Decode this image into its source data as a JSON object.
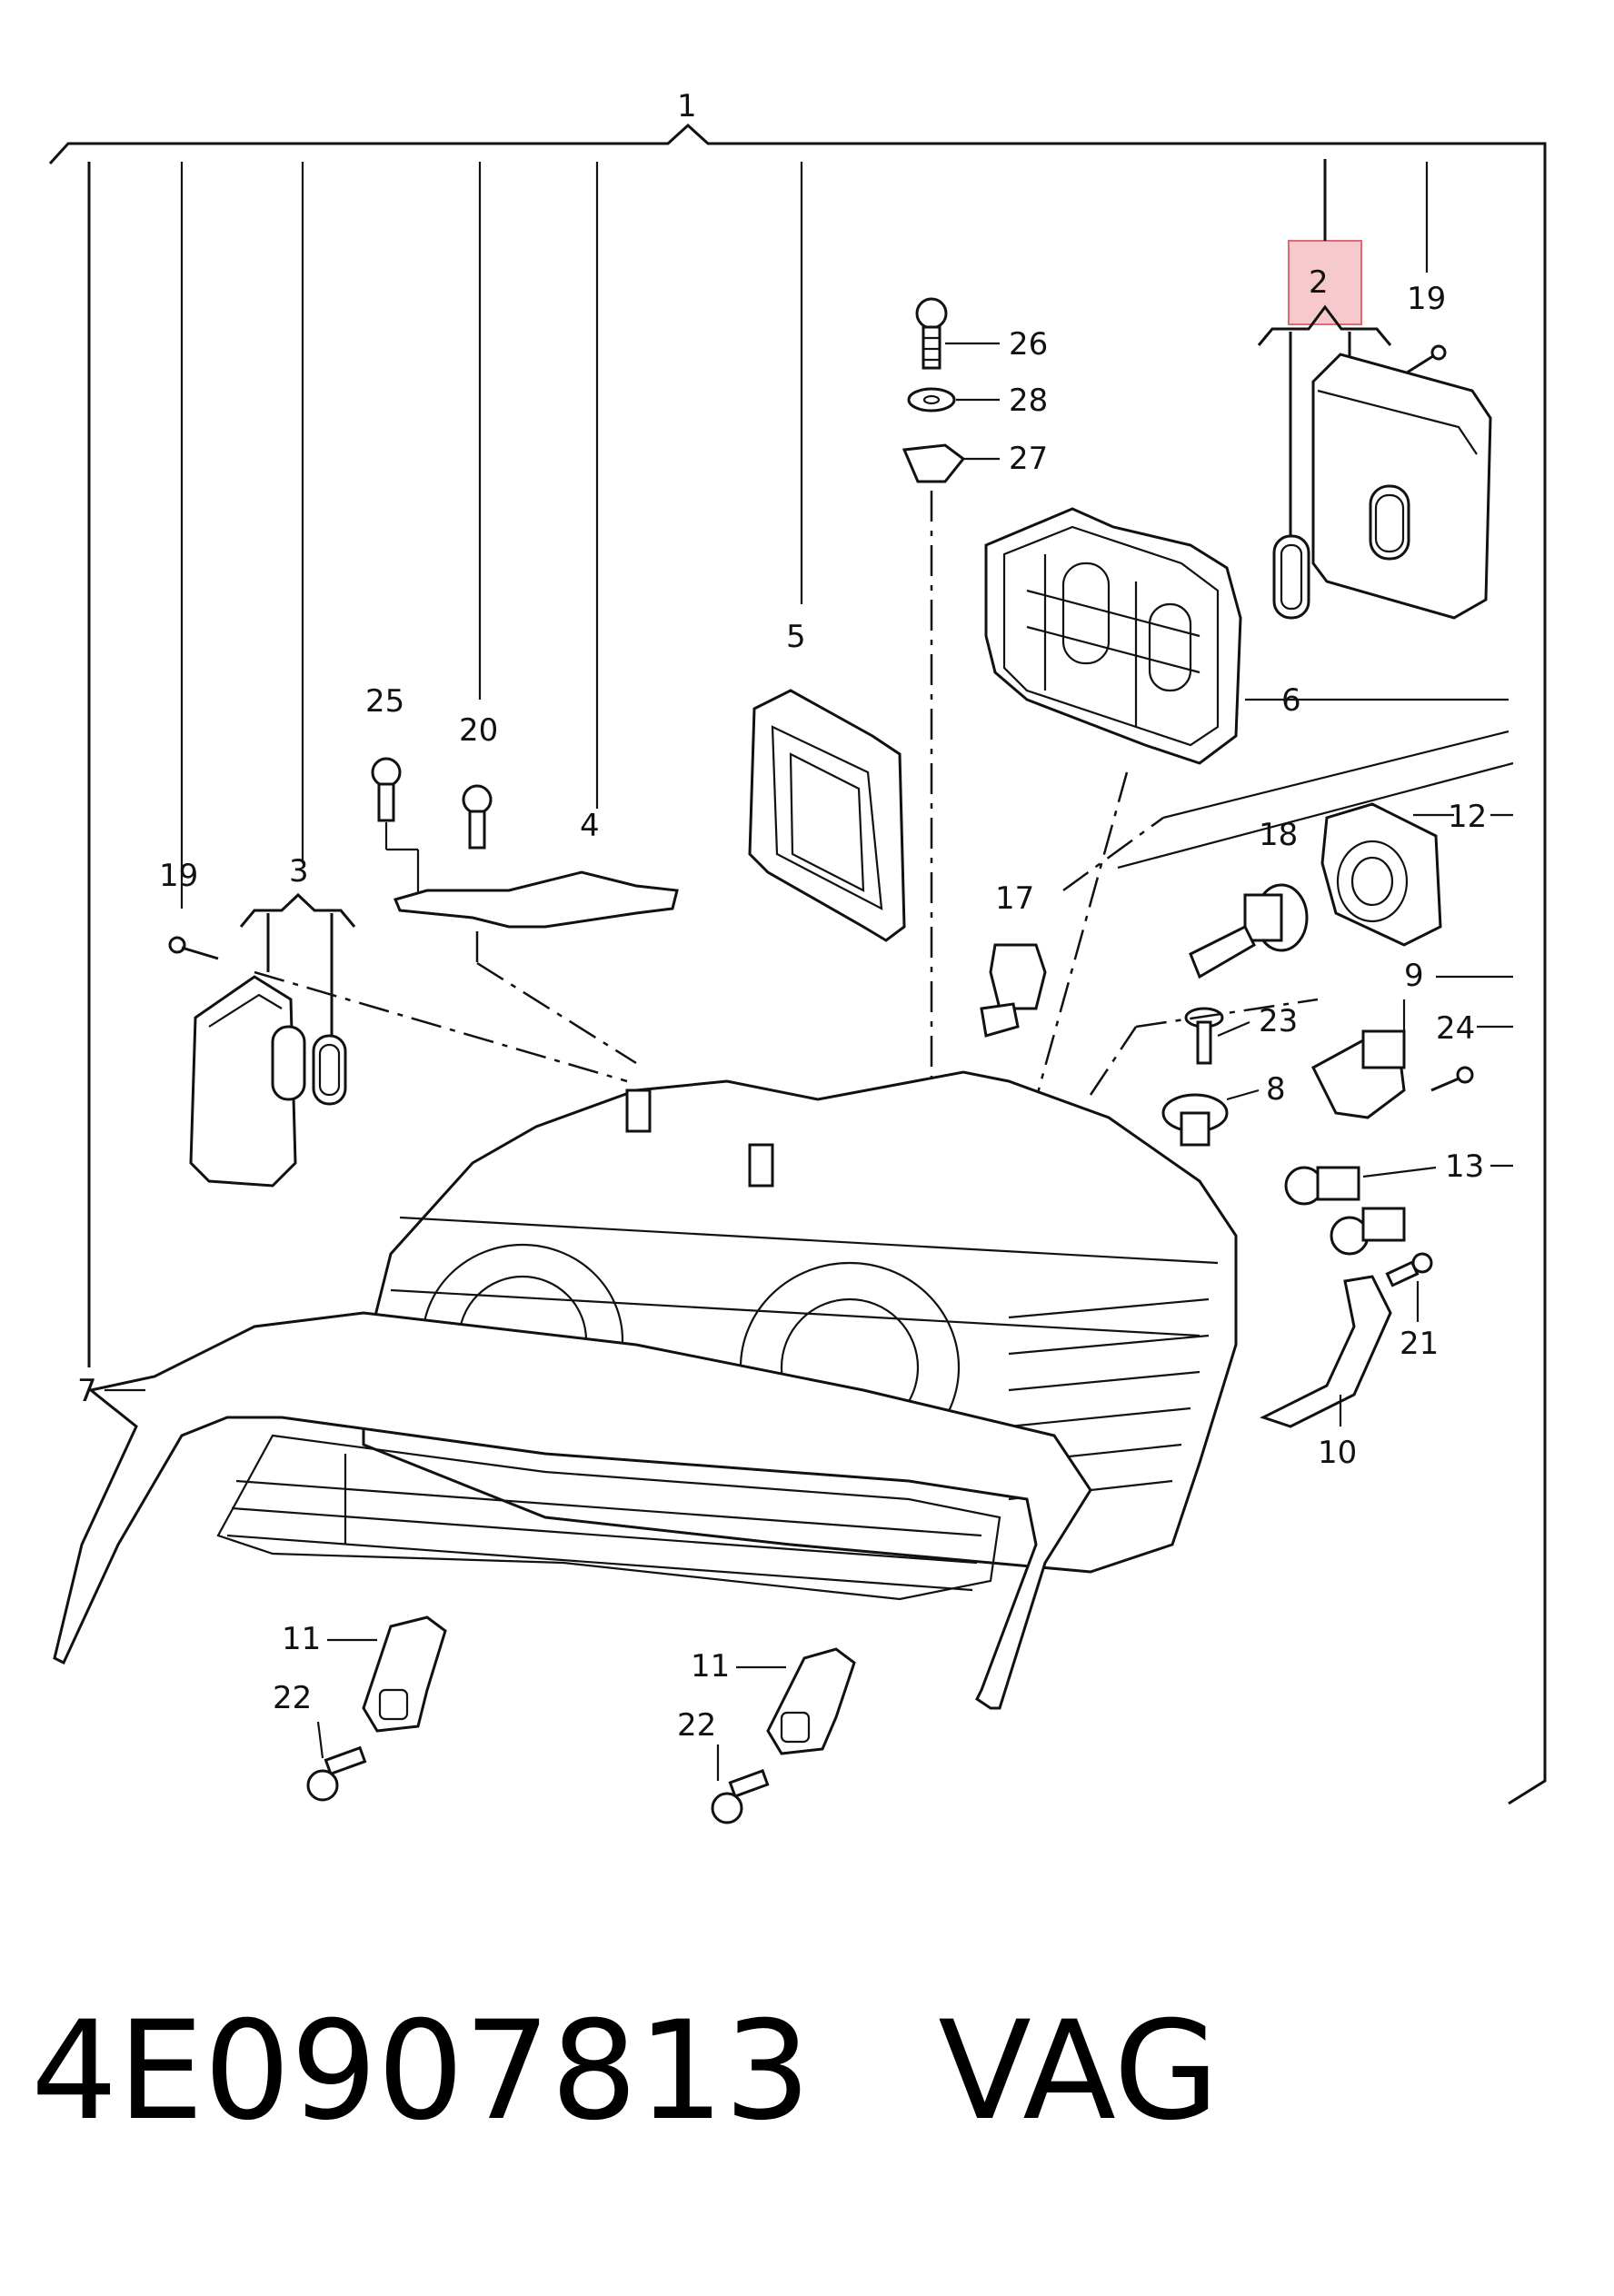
{
  "diagram": {
    "callouts": {
      "c1": "1",
      "c2": "2",
      "c3": "3",
      "c4": "4",
      "c5": "5",
      "c6": "6",
      "c7": "7",
      "c8": "8",
      "c9": "9",
      "c10": "10",
      "c11a": "11",
      "c11b": "11",
      "c12": "12",
      "c13": "13",
      "c17": "17",
      "c18": "18",
      "c19a": "19",
      "c19b": "19",
      "c20": "20",
      "c21": "21",
      "c22a": "22",
      "c22b": "22",
      "c23": "23",
      "c24": "24",
      "c25": "25",
      "c26": "26",
      "c27": "27",
      "c28": "28"
    },
    "highlight_color": "#f6c9cc",
    "highlight_border": "#e06a72"
  },
  "footer": {
    "part_number": "4E0907813",
    "brand": "VAG"
  }
}
